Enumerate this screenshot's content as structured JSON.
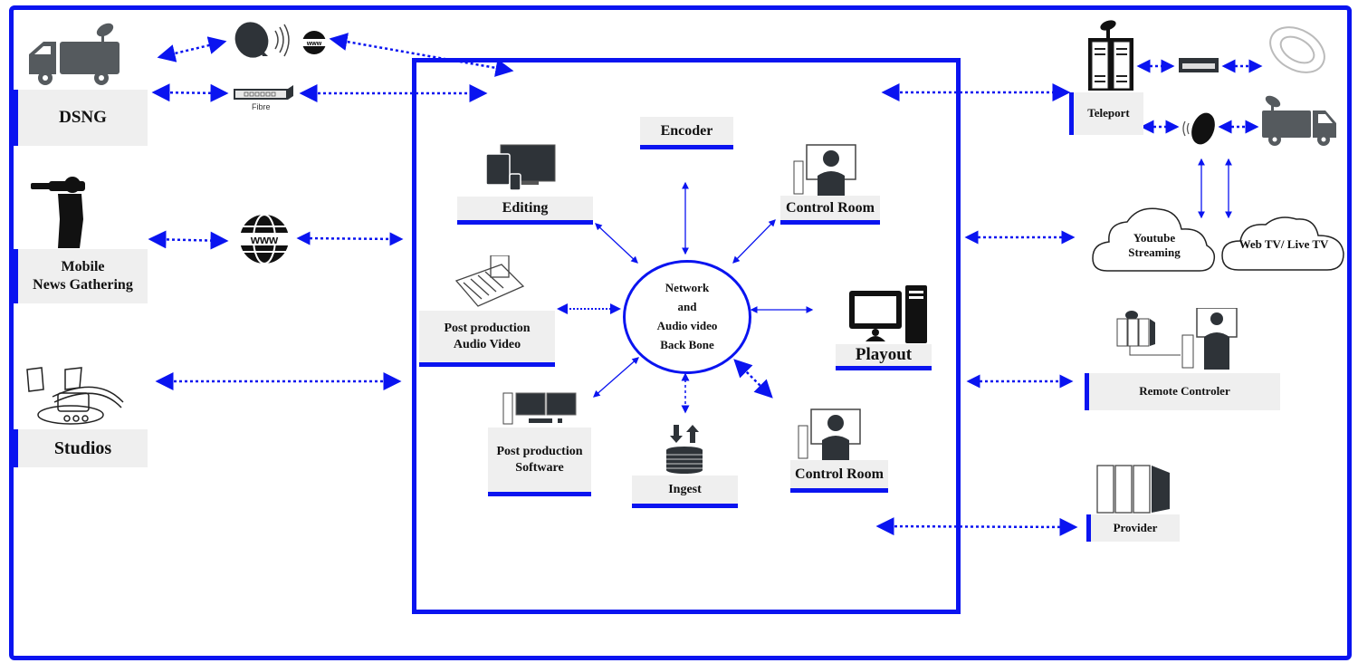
{
  "diagram": {
    "title": "Broadcast network and audio video backbone architecture",
    "core": {
      "label_lines": [
        "Network",
        "and",
        "Audio video",
        "Back Bone"
      ]
    },
    "left_sources": [
      {
        "id": "dsng",
        "label": "DSNG",
        "icon": "satellite-truck-icon"
      },
      {
        "id": "mng",
        "label_lines": [
          "Mobile",
          "News Gathering"
        ],
        "icon": "cameraman-icon"
      },
      {
        "id": "studios",
        "label": "Studios",
        "icon": "studio-icon"
      }
    ],
    "left_links": [
      {
        "icon": "satellite-dish-icon"
      },
      {
        "icon": "www-icon"
      },
      {
        "icon": "fibre-switch-icon",
        "label": "Fibre"
      },
      {
        "icon": "www-globe-icon"
      }
    ],
    "inner_nodes": [
      {
        "id": "encoder",
        "label": "Encoder"
      },
      {
        "id": "editing",
        "label": "Editing",
        "icon": "devices-icon"
      },
      {
        "id": "control-room-top",
        "label": "Control Room",
        "icon": "operator-workstation-icon"
      },
      {
        "id": "post-av",
        "label_lines": [
          "Post production",
          "Audio Video"
        ],
        "icon": "mixing-console-icon"
      },
      {
        "id": "playout",
        "label": "Playout",
        "icon": "desktop-computer-icon"
      },
      {
        "id": "post-sw",
        "label_lines": [
          "Post production",
          "Software"
        ],
        "icon": "dual-monitor-icon"
      },
      {
        "id": "ingest",
        "label": "Ingest",
        "icon": "disk-stack-icon"
      },
      {
        "id": "control-room-bottom",
        "label": "Control Room",
        "icon": "operator-workstation-icon"
      }
    ],
    "right_nodes": [
      {
        "id": "teleport",
        "label": "Teleport",
        "icon": "server-rack-antenna-icon"
      },
      {
        "id": "youtube",
        "label_lines": [
          "Youtube",
          "Streaming"
        ],
        "icon": "cloud-icon"
      },
      {
        "id": "webtv",
        "label": "Web TV/ Live TV",
        "icon": "cloud-icon"
      },
      {
        "id": "remote",
        "label": "Remote Controler",
        "icon": "remote-station-icon"
      },
      {
        "id": "provider",
        "label": "Provider",
        "icon": "server-cluster-icon"
      }
    ],
    "colors": {
      "accent": "#0a14f0",
      "label_bg": "#efefef",
      "icon": "#333a40"
    }
  }
}
